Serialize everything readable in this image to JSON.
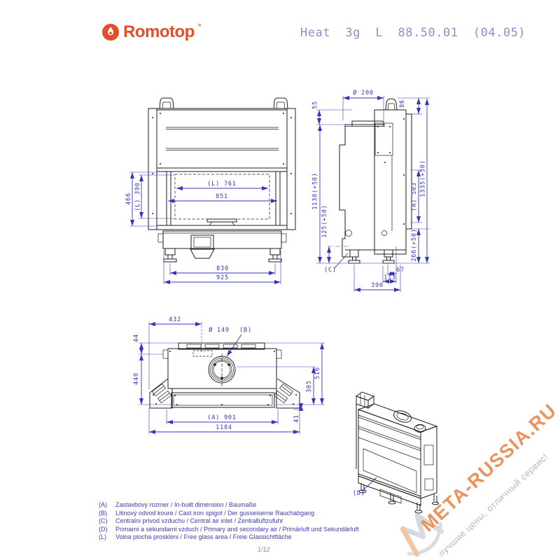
{
  "header": {
    "logo_text": "Romotop",
    "logo_mark": "°",
    "title": "Heat  3g  L  88.50.01  (04.05)"
  },
  "drawing": {
    "front": {
      "d761": "(L) 761",
      "d851": "851",
      "d466": "466",
      "d390": "(L) 390",
      "d830": "830",
      "d925": "925"
    },
    "side": {
      "d200": "Ø 200",
      "d55": "55",
      "d86": "86",
      "d1130": "1130(+50)",
      "d125": "125(+50)",
      "d503": "(A) 503",
      "d1335": "1335(+50)",
      "d266": "266(+50)",
      "d67": "67",
      "d113": "113",
      "d396": "396",
      "label_c": "(C)"
    },
    "top": {
      "d432": "432",
      "d149": "Ø 149",
      "label_b": "(B)",
      "d44": "44",
      "d440": "440",
      "d516": "516",
      "d305": "305",
      "d41": "41",
      "d901": "(A) 901",
      "d1184": "1184"
    },
    "iso": {
      "label_d": "(D)"
    }
  },
  "legend": {
    "items": [
      {
        "code": "(A)",
        "text": "Zastavbovy rozmer / In-built dimension / Baumaße"
      },
      {
        "code": "(B)",
        "text": "Litinový odvod koure / Cast iron spigot / Der gusseiserne Rauchabgang"
      },
      {
        "code": "(C)",
        "text": "Centralni privod vzduchu / Central air inlet / Zentralluftzufuhr"
      },
      {
        "code": "(D)",
        "text": "Primarni a sekundarni vzduch / Primary and secondary air / Primärluft und Sekundärluft"
      },
      {
        "code": "(L)",
        "text": "Volna plocha proskleni / Free glass area / Freie Glassichtfläche"
      }
    ]
  },
  "watermark": {
    "brand": "META-RUSSIA.RU",
    "tagline": "лучшие цены, отличный сервис!"
  },
  "footer": {
    "page": "1/12"
  }
}
